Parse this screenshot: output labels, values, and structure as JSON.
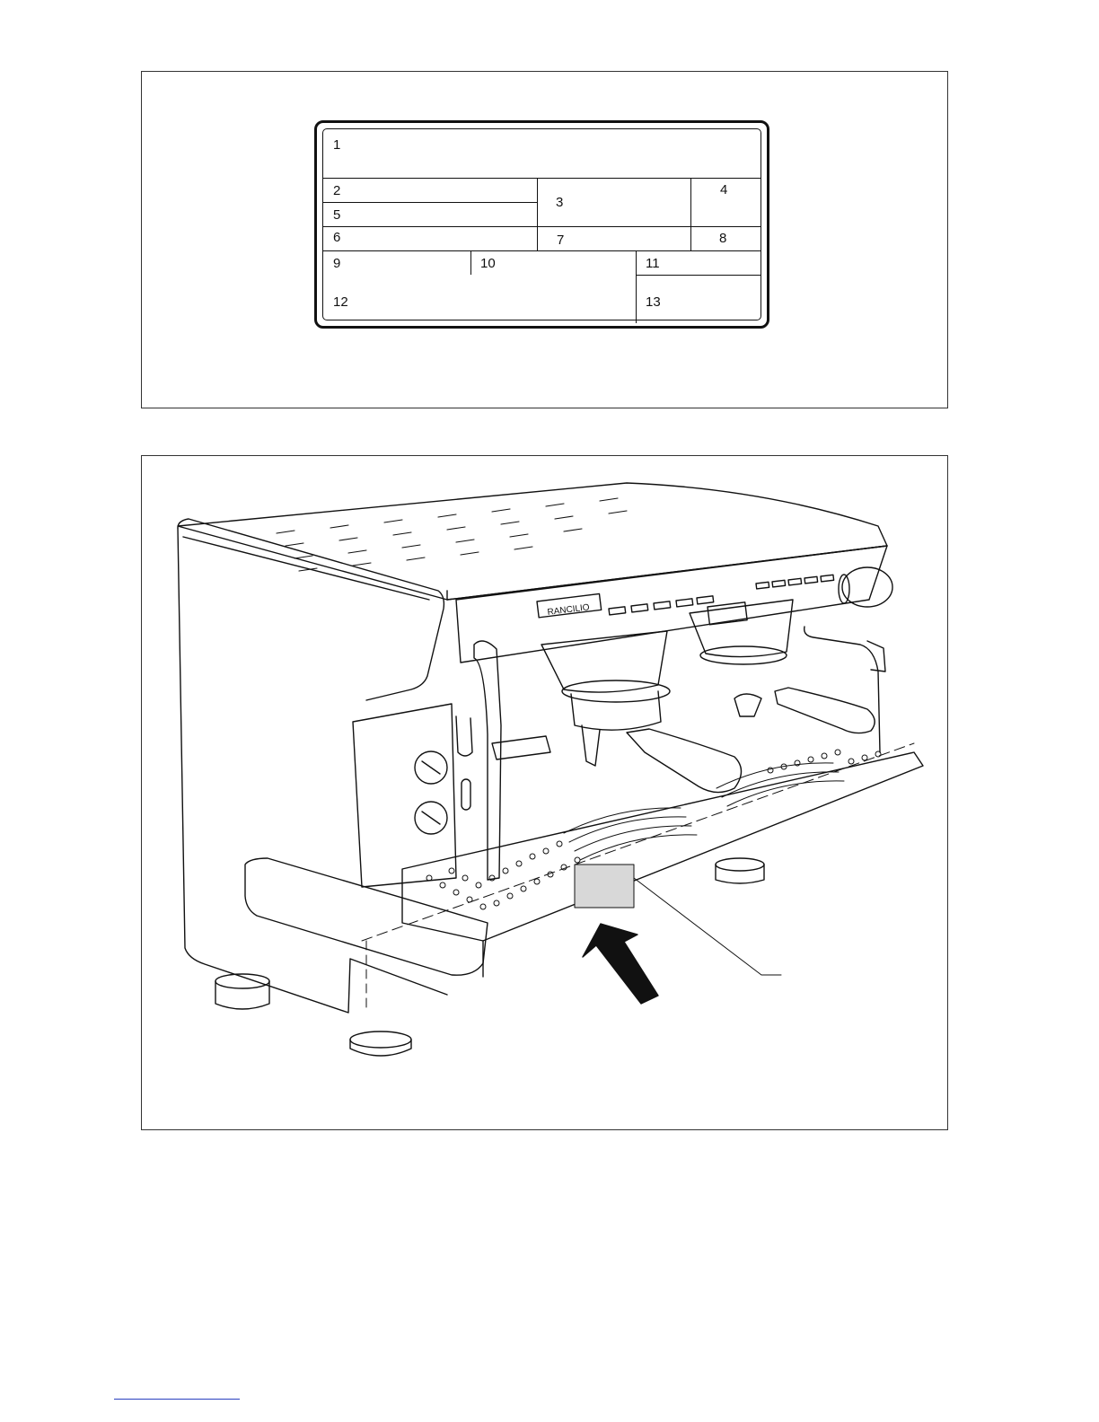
{
  "rating_plate": {
    "fields": [
      {
        "id": "f1",
        "label": "1"
      },
      {
        "id": "f2",
        "label": "2"
      },
      {
        "id": "f3",
        "label": "3"
      },
      {
        "id": "f4",
        "label": "4"
      },
      {
        "id": "f5",
        "label": "5"
      },
      {
        "id": "f6",
        "label": "6"
      },
      {
        "id": "f7",
        "label": "7"
      },
      {
        "id": "f8",
        "label": "8"
      },
      {
        "id": "f9",
        "label": "9"
      },
      {
        "id": "f10",
        "label": "10"
      },
      {
        "id": "f11",
        "label": "11"
      },
      {
        "id": "f12",
        "label": "12"
      },
      {
        "id": "f13",
        "label": "13"
      }
    ]
  },
  "machine_illustration": {
    "brand_logo_text": "RANCILIO",
    "indicator": "arrow pointing to rating plate location under drip tray"
  }
}
